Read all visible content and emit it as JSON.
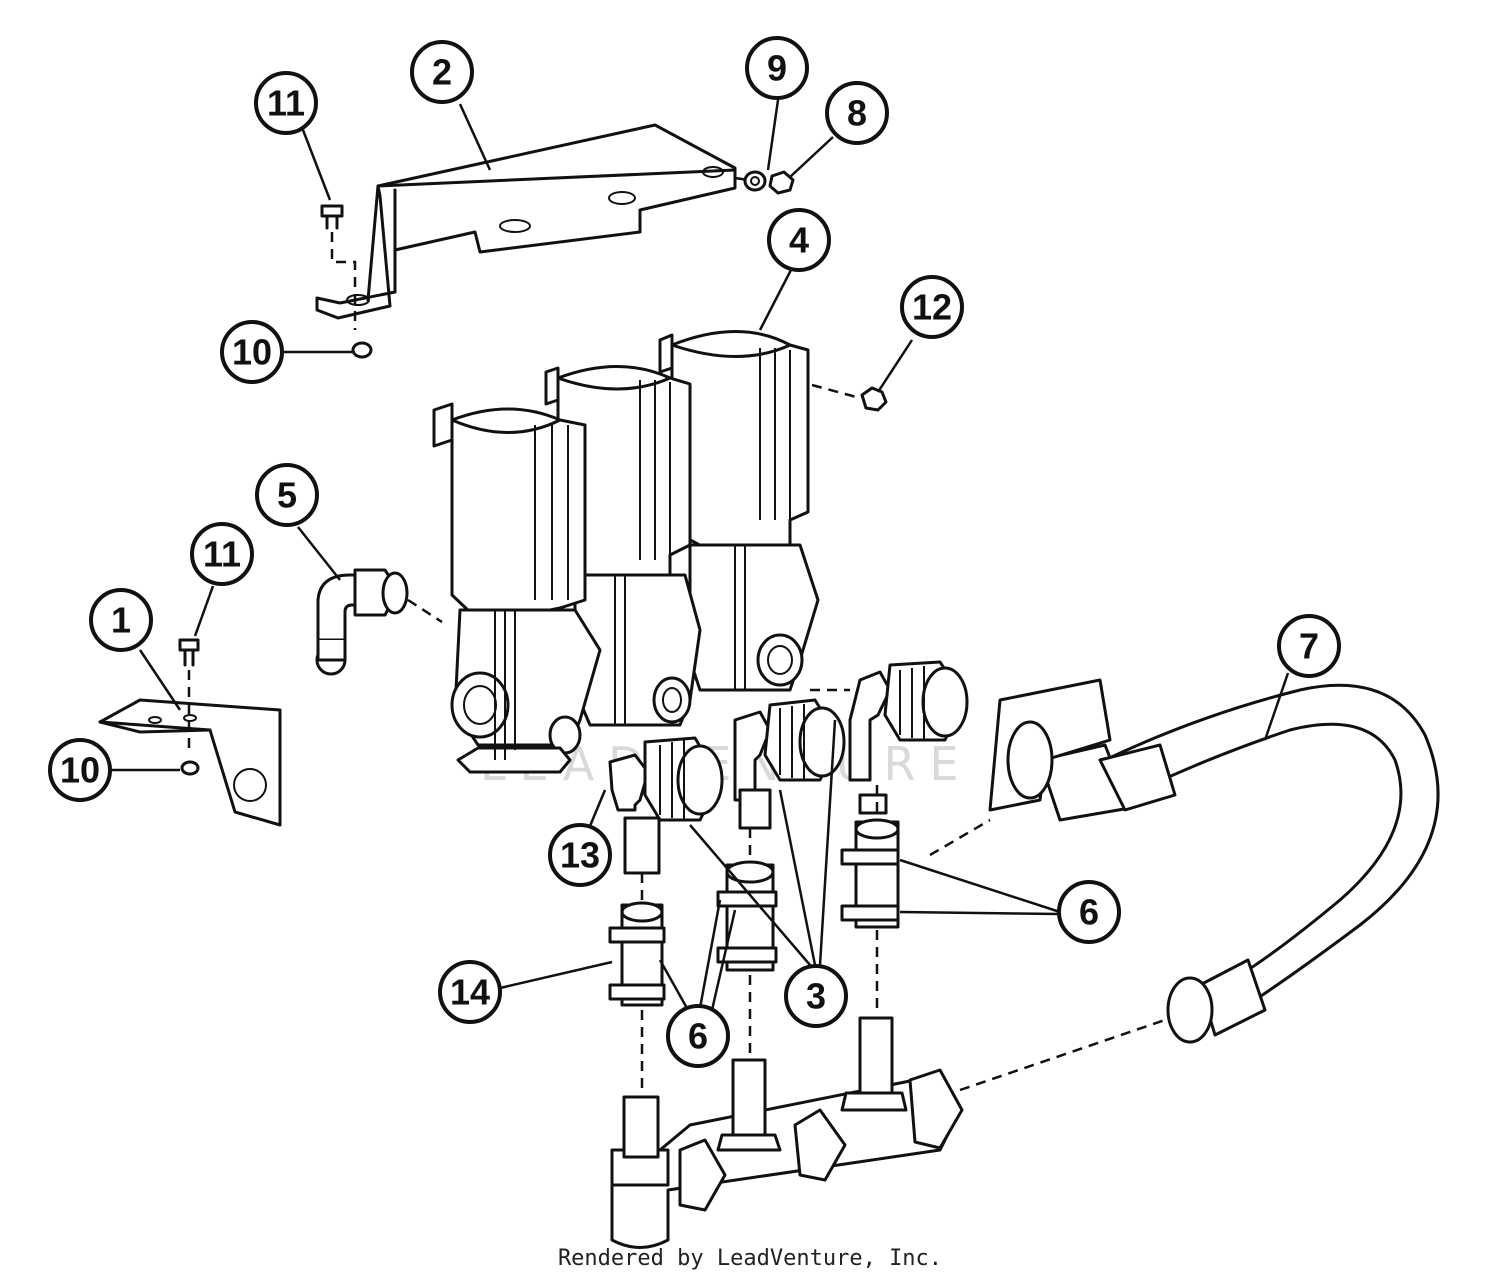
{
  "diagram": {
    "callouts": {
      "p1": "1",
      "p2": "2",
      "p3": "3",
      "p4": "4",
      "p5": "5",
      "p6a": "6",
      "p6b": "6",
      "p7": "7",
      "p8": "8",
      "p9": "9",
      "p10a": "10",
      "p10b": "10",
      "p11a": "11",
      "p11b": "11",
      "p12": "12",
      "p13": "13",
      "p14": "14"
    },
    "watermark": "LEADVENTURE",
    "credit": "Rendered by LeadVenture, Inc."
  }
}
